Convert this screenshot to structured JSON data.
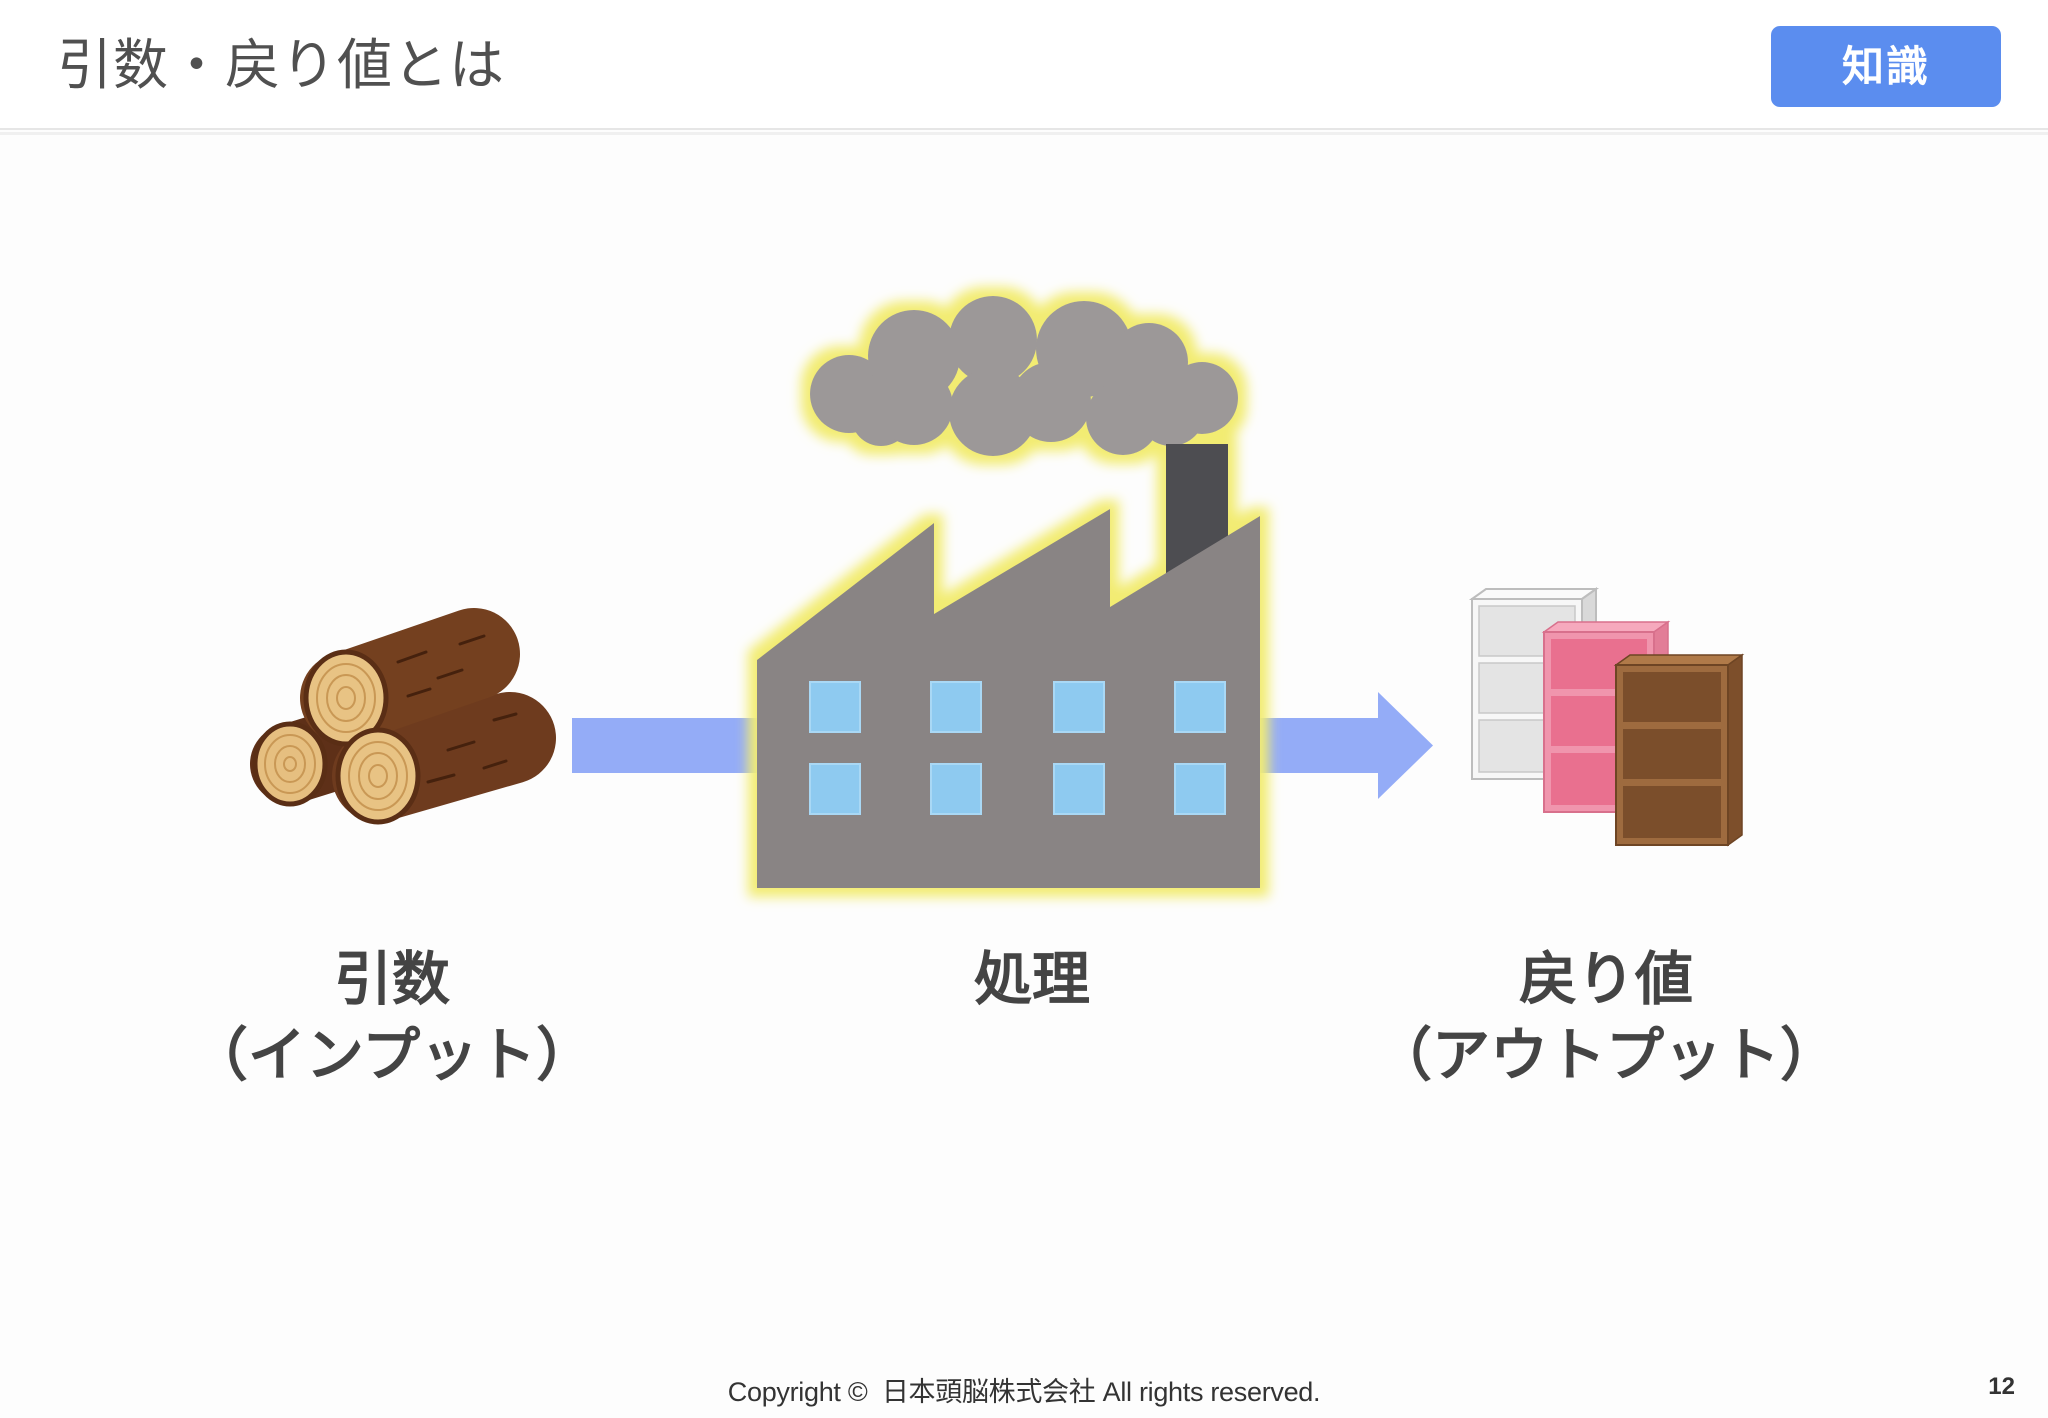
{
  "header": {
    "title": "引数・戻り値とは",
    "badge": "知識"
  },
  "diagram": {
    "input": {
      "label": "引数",
      "sublabel": "（インプット）",
      "icon": "logs-icon"
    },
    "process": {
      "label": "処理",
      "icon": "factory-icon"
    },
    "output": {
      "label": "戻り値",
      "sublabel": "（アウトプット）",
      "icon": "shelves-icon"
    },
    "arrow_icon": "arrow-right-icon"
  },
  "footer": {
    "copyright": "Copyright ©  日本頭脳株式会社 All rights reserved.",
    "page_number": "12"
  },
  "colors": {
    "badge": "#5b8def",
    "arrow": "#94acf7",
    "text": "#444444"
  }
}
